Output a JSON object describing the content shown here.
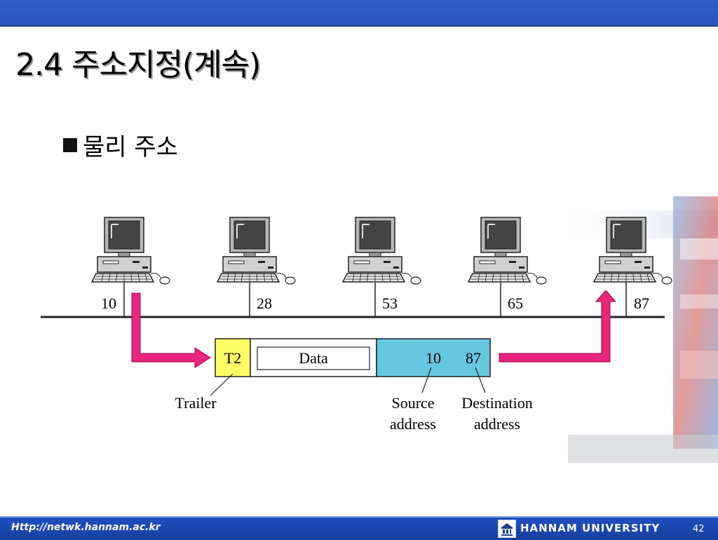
{
  "slide": {
    "title": "2.4 주소지정(계속)",
    "bullet": "물리 주소"
  },
  "diagram": {
    "stations": [
      {
        "address": "10"
      },
      {
        "address": "28"
      },
      {
        "address": "53"
      },
      {
        "address": "65"
      },
      {
        "address": "87"
      }
    ],
    "frame": {
      "trailer_field": "T2",
      "data_field": "Data",
      "source_value": "10",
      "destination_value": "87"
    },
    "labels": {
      "trailer": "Trailer",
      "source_line1": "Source",
      "source_line2": "address",
      "destination_line1": "Destination",
      "destination_line2": "address"
    },
    "colors": {
      "arrow": "#e8267c",
      "trailer_fill": "#ffff66",
      "header_fill": "#66c7e0"
    }
  },
  "footer": {
    "url": "Http://netwk.hannam.ac.kr",
    "university": "HANNAM UNIVERSITY",
    "page": "42"
  }
}
